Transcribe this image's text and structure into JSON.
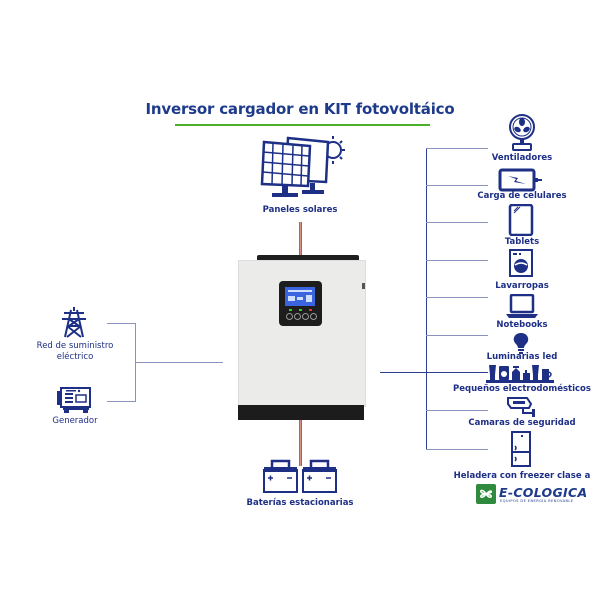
{
  "title": "Inversor cargador en KIT fotovoltáico",
  "colors": {
    "primary": "#1e3a8a",
    "accent_green": "#4caf2a",
    "cable_red": "#d9534f"
  },
  "sources": {
    "solar": {
      "label": "Paneles solares",
      "icon": "solar-panel-icon"
    },
    "grid": {
      "label_line1": "Red de suministro",
      "label_line2": "eléctrico",
      "icon": "power-tower-icon"
    },
    "generator": {
      "label": "Generador",
      "icon": "generator-icon"
    },
    "batteries": {
      "label": "Baterías estacionarias",
      "icon": "battery-icon"
    }
  },
  "loads": [
    {
      "label": "Ventiladores",
      "icon": "fan-icon"
    },
    {
      "label": "Carga de celulares",
      "icon": "phone-charging-icon"
    },
    {
      "label": "Tablets",
      "icon": "tablet-icon"
    },
    {
      "label": "Lavarropas",
      "icon": "washing-machine-icon"
    },
    {
      "label": "Notebooks",
      "icon": "laptop-icon"
    },
    {
      "label": "Luminarias led",
      "icon": "lightbulb-icon"
    },
    {
      "label": "Pequeños electrodomésticos",
      "icon": "appliances-icon"
    },
    {
      "label": "Camaras de seguridad",
      "icon": "security-camera-icon"
    },
    {
      "label": "Heladera con freezer clase a",
      "icon": "fridge-icon"
    }
  ],
  "brand": {
    "name": "E-COLOGICA",
    "tagline": "EQUIPOS DE ENERGÍA RENOVABLE"
  }
}
